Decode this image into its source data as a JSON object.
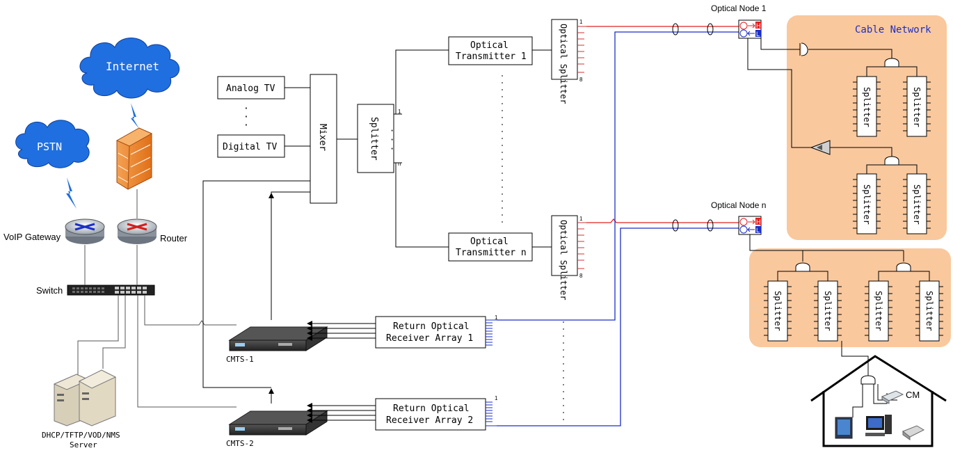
{
  "clouds": {
    "internet": "Internet",
    "pstn": "PSTN"
  },
  "devices": {
    "voip_gateway": "VoIP Gateway",
    "router": "Router",
    "switch": "Switch",
    "server": [
      "DHCP/TFTP/VOD/NMS",
      "Server"
    ],
    "cmts1": "CMTS-1",
    "cmts2": "CMTS-2"
  },
  "headend": {
    "analog_tv": "Analog TV",
    "digital_tv": "Digital TV",
    "mixer": "Mixer",
    "splitter": "Splitter",
    "splitter_port_first": "1",
    "splitter_port_last": "n"
  },
  "transmitters": {
    "t1": [
      "Optical",
      "Transmitter 1"
    ],
    "tn": [
      "Optical",
      "Transmitter n"
    ]
  },
  "optical_splitters": {
    "label": "Optical Splitter",
    "port_first": "1",
    "port_last": "8"
  },
  "receivers": {
    "r1": [
      "Return Optical",
      "Receiver Array 1"
    ],
    "r2": [
      "Return Optical",
      "Receiver Array 2"
    ],
    "port": "1"
  },
  "nodes": {
    "node1": "Optical Node 1",
    "noden": "Optical Node n",
    "h": "H",
    "l": "L"
  },
  "cable_network": {
    "title": "Cable Network",
    "splitter": "Splitter"
  },
  "home": {
    "cm": "CM"
  },
  "colors": {
    "forward": "#e02020",
    "return": "#1a2ec8",
    "cloud": "#1f6fe0",
    "zone": "#f9c89d",
    "line": "#000000"
  }
}
